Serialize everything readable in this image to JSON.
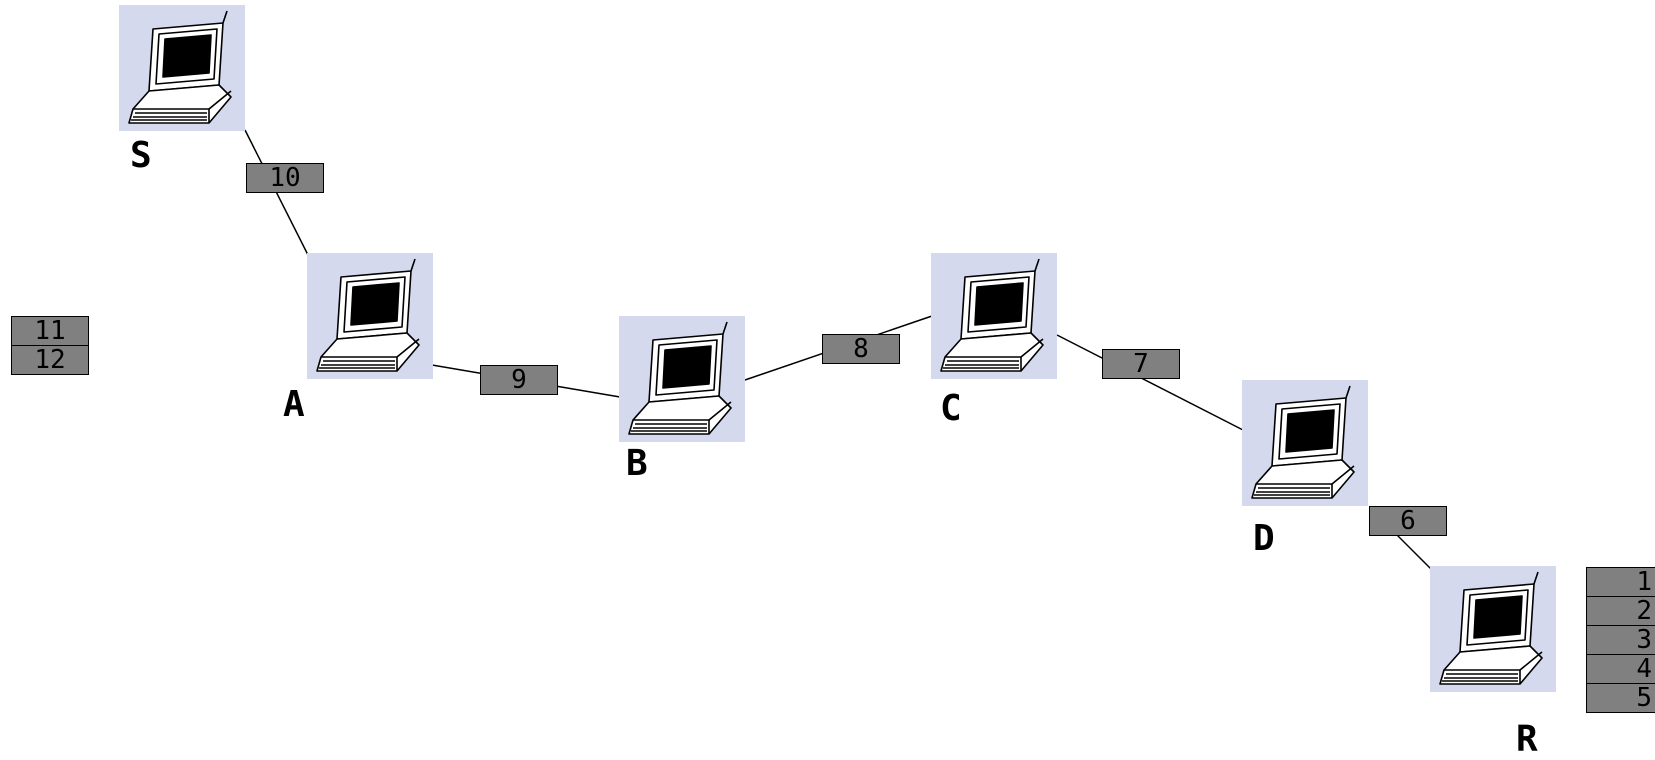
{
  "nodes": [
    {
      "id": "S",
      "label": "S"
    },
    {
      "id": "A",
      "label": "A"
    },
    {
      "id": "B",
      "label": "B"
    },
    {
      "id": "C",
      "label": "C"
    },
    {
      "id": "D",
      "label": "D"
    },
    {
      "id": "R",
      "label": "R"
    }
  ],
  "links": [
    {
      "from": "S",
      "to": "A",
      "packet": "10"
    },
    {
      "from": "A",
      "to": "B",
      "packet": "9"
    },
    {
      "from": "B",
      "to": "C",
      "packet": "8"
    },
    {
      "from": "C",
      "to": "D",
      "packet": "7"
    },
    {
      "from": "D",
      "to": "R",
      "packet": "6"
    }
  ],
  "queues": {
    "left": [
      "11",
      "12"
    ],
    "right": [
      "1",
      "2",
      "3",
      "4",
      "5"
    ]
  },
  "colors": {
    "node_background": "#d5d9ee",
    "packet_fill": "#808080",
    "link_line": "#000000"
  },
  "icons": {
    "node": "laptop-icon"
  }
}
